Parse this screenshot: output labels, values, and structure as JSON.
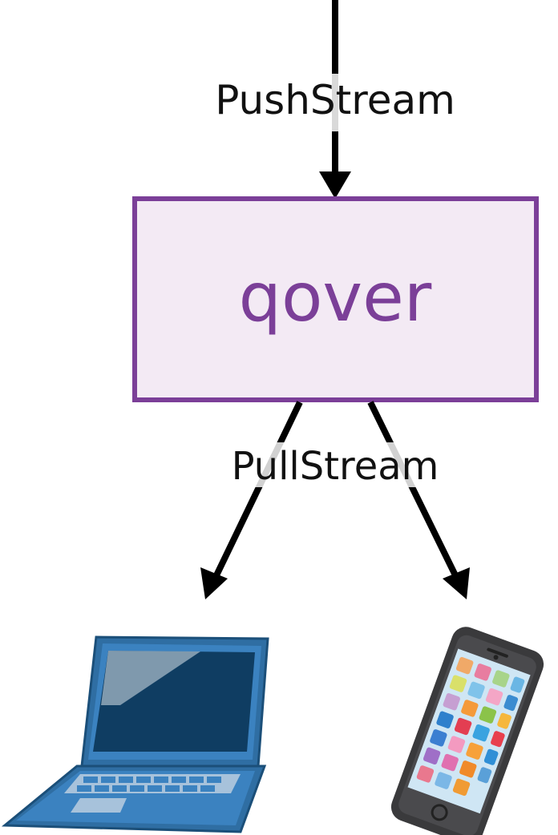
{
  "colors": {
    "node_border": "#7b3f98",
    "node_fill": "#f3eaf4",
    "node_text": "#7b3f98",
    "arrow": "#000000",
    "laptop_frame": "#3a7ab0",
    "laptop_screen": "#0f3d62",
    "phone_body": "#3a3a3c"
  },
  "node": {
    "label": "qover"
  },
  "edges": {
    "push_label": "PushStream",
    "pull_label": "PullStream"
  },
  "icons": {
    "laptop": "laptop-icon",
    "phone": "smartphone-icon"
  }
}
